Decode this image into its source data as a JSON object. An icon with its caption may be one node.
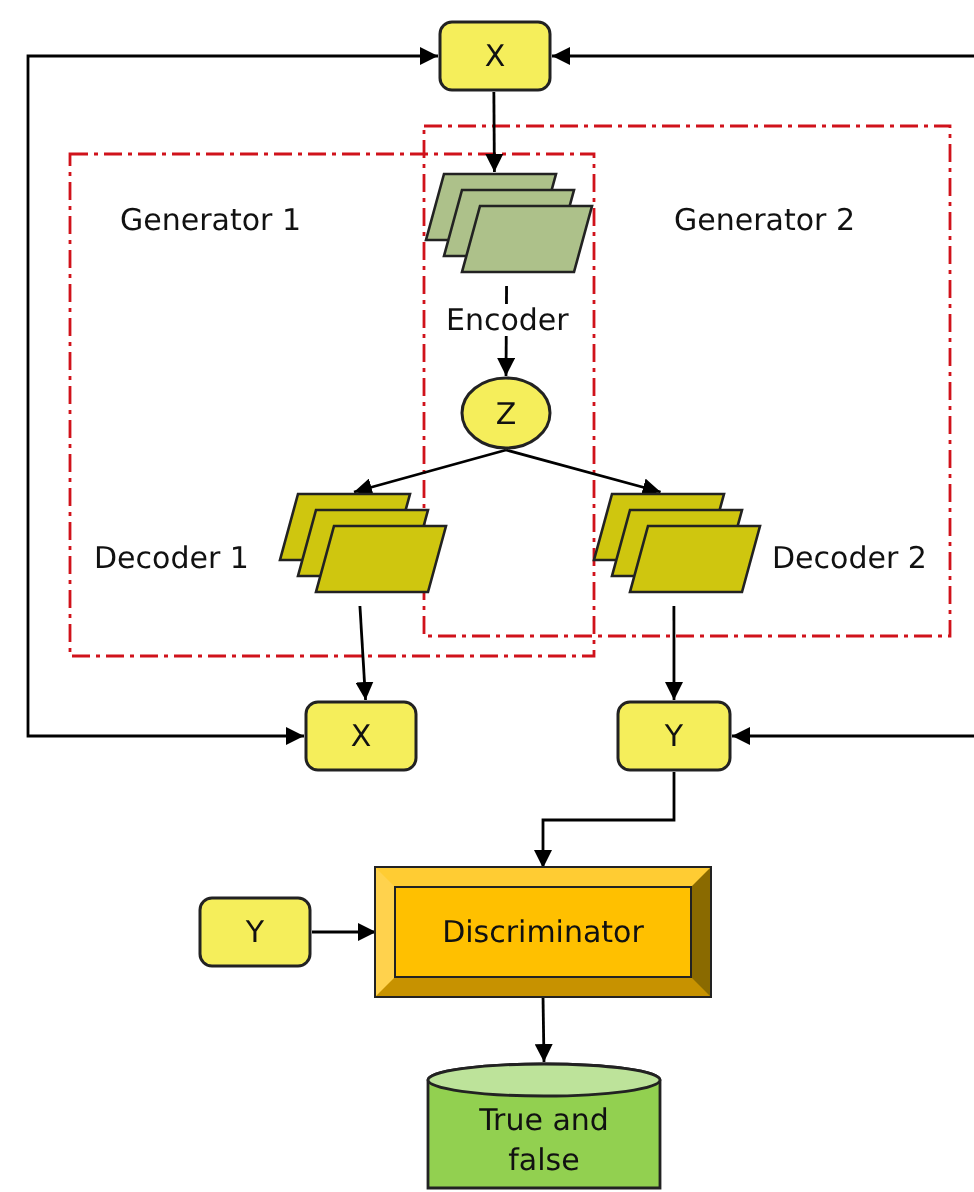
{
  "diagram": {
    "nodes": [
      {
        "text": [
          "X"
        ]
      },
      {
        "text": [],
        "shape": "parallelogram",
        "beside": [
          "Encoder"
        ]
      },
      {
        "text": [
          "Z"
        ]
      },
      {
        "text": [],
        "shape": "parallelogram",
        "beside": [
          "Decoder 1"
        ]
      },
      {
        "text": [],
        "shape": "parallelogram",
        "beside": [
          "Decoder 2"
        ]
      },
      {
        "text": [
          "X"
        ]
      },
      {
        "text": [
          "Y"
        ]
      },
      {
        "text": [
          "Y"
        ]
      },
      {
        "text": [
          "Discriminator"
        ]
      },
      {
        "text": [
          "True and false"
        ]
      }
    ],
    "edges": [
      {
        "from": 0,
        "to": 1,
        "arrow": "to"
      },
      {
        "from": 1,
        "to": 2,
        "arrow": "to"
      },
      {
        "from": 2,
        "to": 3,
        "arrow": "to"
      },
      {
        "from": 2,
        "to": 4,
        "arrow": "to"
      },
      {
        "from": 3,
        "to": 5,
        "arrow": "to"
      },
      {
        "from": 4,
        "to": 6,
        "arrow": "to"
      },
      {
        "from": 5,
        "to": 0,
        "arrow": "both"
      },
      {
        "from": null,
        "to": 0,
        "arrow": "to"
      },
      {
        "from": null,
        "to": 6,
        "arrow": "to"
      },
      {
        "from": 6,
        "to": 8,
        "arrow": "to"
      },
      {
        "from": 7,
        "to": 8,
        "arrow": "to"
      },
      {
        "from": 8,
        "to": 9,
        "arrow": "to"
      }
    ],
    "labels": [
      "Generator 1",
      "Generator 2"
    ]
  }
}
